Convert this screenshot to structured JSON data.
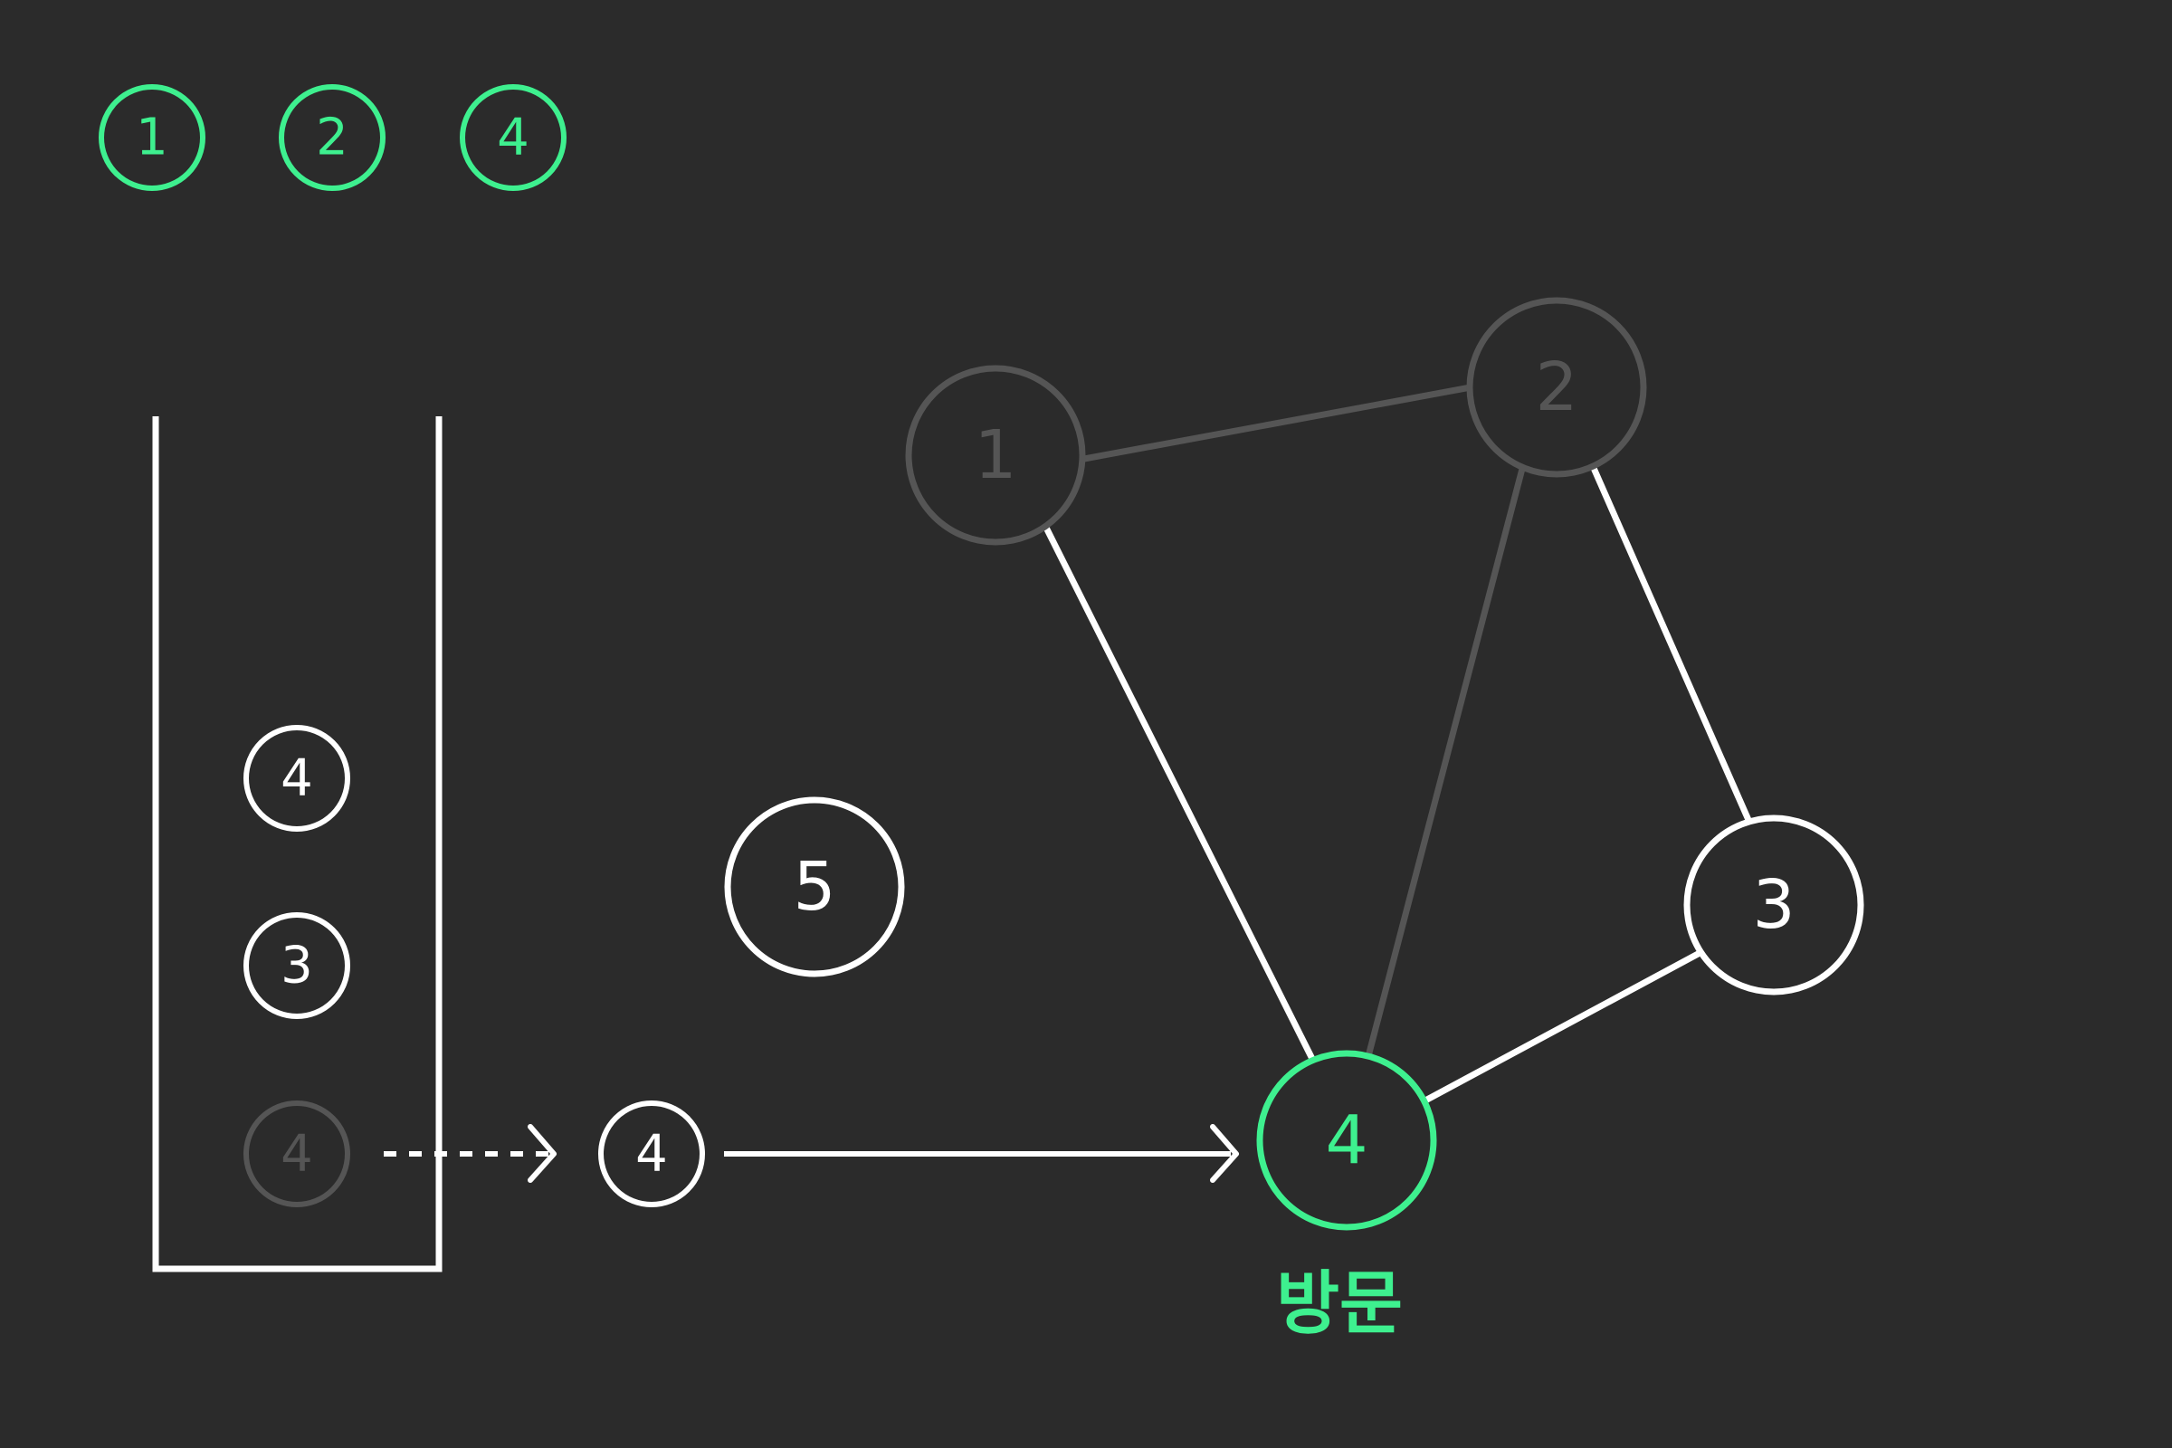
{
  "colors": {
    "background": "#2b2b2b",
    "visited": "#3ef08f",
    "active": "#ffffff",
    "inactive": "#555555"
  },
  "visited_order": [
    "1",
    "2",
    "4"
  ],
  "stack": {
    "items": [
      "4",
      "3",
      "4"
    ],
    "popped_item": "4"
  },
  "popped_node_label": "4",
  "isolated_node_label": "5",
  "graph": {
    "nodes": {
      "n1": {
        "label": "1",
        "state": "visited-done"
      },
      "n2": {
        "label": "2",
        "state": "visited-done"
      },
      "n3": {
        "label": "3",
        "state": "unvisited"
      },
      "n4": {
        "label": "4",
        "state": "current"
      }
    },
    "edges": [
      {
        "from": "1",
        "to": "2",
        "state": "inactive"
      },
      {
        "from": "1",
        "to": "4",
        "state": "active"
      },
      {
        "from": "2",
        "to": "4",
        "state": "inactive"
      },
      {
        "from": "2",
        "to": "3",
        "state": "active"
      },
      {
        "from": "3",
        "to": "4",
        "state": "active"
      }
    ]
  },
  "visit_label": "방문"
}
